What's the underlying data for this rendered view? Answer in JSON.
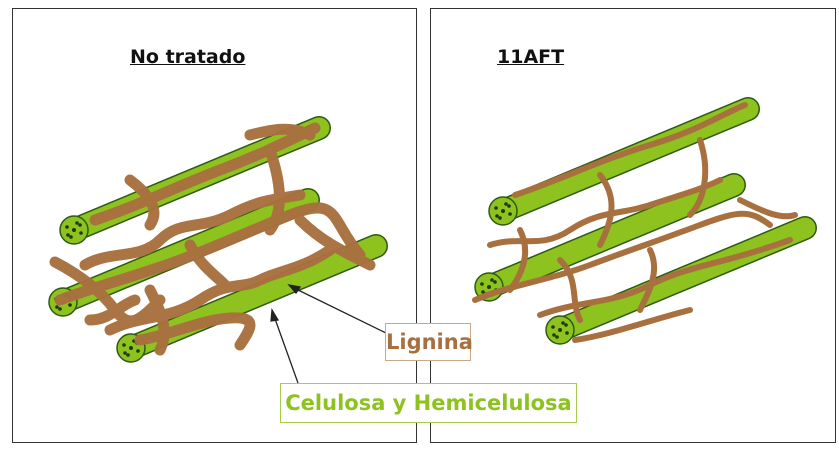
{
  "panels": [
    {
      "title": "No tratado"
    },
    {
      "title": "11AFT"
    }
  ],
  "labels": {
    "lignin": "Lignina",
    "cellulose": "Celulosa y Hemicelulosa"
  },
  "colors": {
    "lignin": "#a9703f",
    "cellulose": "#8dc21f",
    "cellulose_dark": "#2e5a12"
  }
}
